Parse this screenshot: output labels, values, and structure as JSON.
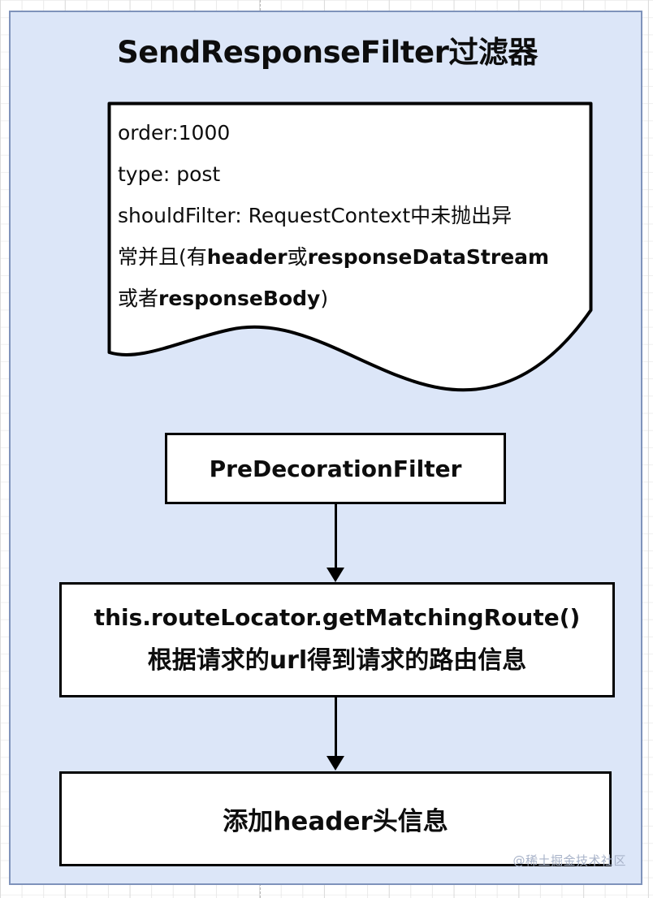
{
  "diagram": {
    "title": "SendResponseFilter过滤器",
    "background_color": "#dce6f8",
    "panel_border_color": "#7f93bb",
    "note": {
      "lines": [
        "order:1000",
        "type: post",
        "shouldFilter: RequestContext中未抛出异",
        "常并且(有header或responseDataStream",
        "或者responseBody)"
      ],
      "line1": "order:1000",
      "line2": "type: post",
      "line3": "shouldFilter: RequestContext中未抛出异",
      "line4_plain_a": "常并且(有",
      "line4_bold_a": "header",
      "line4_plain_b": "或",
      "line4_bold_b": "responseDataStream",
      "line5_plain_a": "或者",
      "line5_bold_a": "responseBody",
      "line5_plain_b": ")"
    },
    "nodes": [
      {
        "id": "pre-decoration-filter",
        "label": "PreDecorationFilter"
      },
      {
        "id": "route-locator",
        "label_line1": "this.routeLocator.getMatchingRoute()",
        "label_line2": "根据请求的url得到请求的路由信息"
      },
      {
        "id": "add-header",
        "label": "添加header头信息"
      }
    ],
    "edges": [
      {
        "from": "pre-decoration-filter",
        "to": "route-locator"
      },
      {
        "from": "route-locator",
        "to": "add-header"
      }
    ]
  },
  "watermark": "@稀土掘金技术社区"
}
